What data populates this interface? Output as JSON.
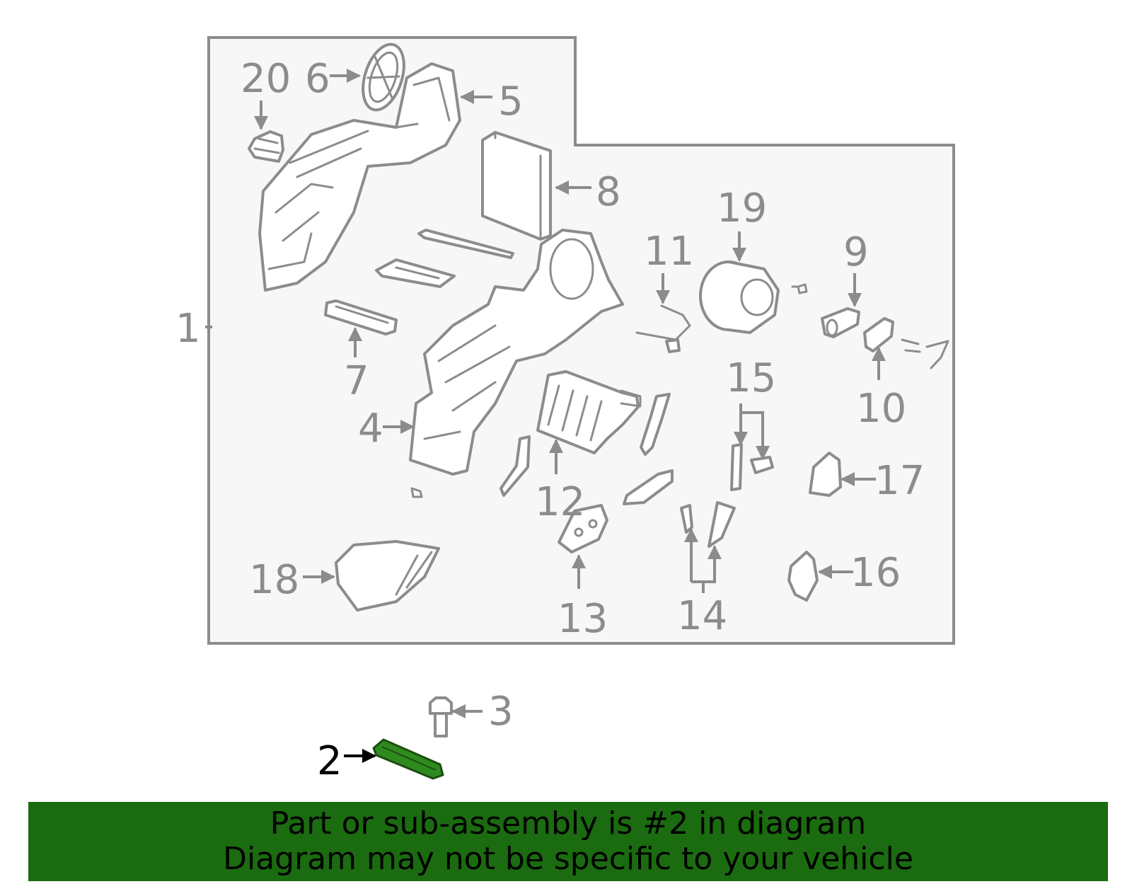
{
  "callouts": {
    "c1": "1",
    "c2": "2",
    "c3": "3",
    "c4": "4",
    "c5": "5",
    "c6": "6",
    "c7": "7",
    "c8": "8",
    "c9": "9",
    "c10": "10",
    "c11": "11",
    "c12": "12",
    "c13": "13",
    "c14": "14",
    "c15": "15",
    "c16": "16",
    "c17": "17",
    "c18": "18",
    "c19": "19",
    "c20": "20"
  },
  "highlighted_part": "2",
  "colors": {
    "frame_fill": "#f7f7f7",
    "line_gray": "#8c8c8c",
    "highlight_green": "#1b6b10",
    "part_green": "#2f8a1e"
  },
  "banner": {
    "line1": "Part or sub-assembly is #2 in diagram",
    "line2": "Diagram may not be specific to your vehicle"
  }
}
